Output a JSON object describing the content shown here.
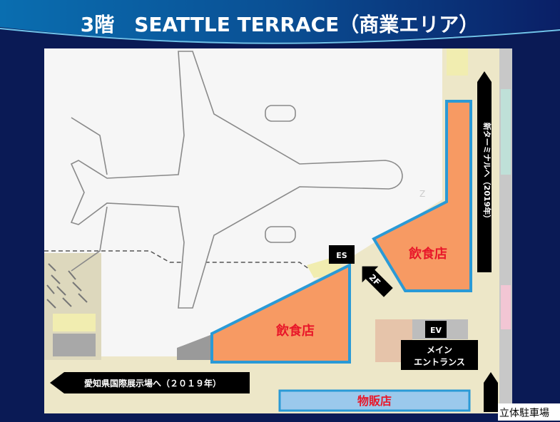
{
  "title": "3階　SEATTLE TERRACE（商業エリア）",
  "zones": {
    "restaurant_left": "飲食店",
    "restaurant_right": "飲食店",
    "retail": "物販店"
  },
  "signs": {
    "escalator": "ES",
    "elevator": "EV",
    "floor_down": "2F",
    "main_entrance_line1": "メイン",
    "main_entrance_line2": "エントランス",
    "new_terminal": "新ターミナルへ（2019年）",
    "exhibition": "愛知県国際展示場へ（２０１９年）",
    "parking": "立体駐車場"
  },
  "colors": {
    "background": "#0a1a55",
    "floor": "#ede7c8",
    "hall": "#f4f4f4",
    "restaurant_fill": "#f79a63",
    "restaurant_border": "#2a9ad6",
    "retail_fill": "#9bc9ec",
    "label_red": "#e8182a",
    "sign_black": "#000000"
  }
}
